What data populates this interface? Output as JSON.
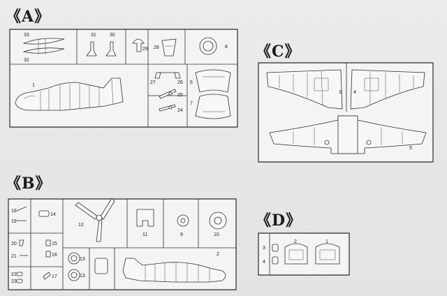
{
  "sections": {
    "A": "《A》",
    "B": "《B》",
    "C": "《C》",
    "D": "《D》"
  },
  "parts": {
    "p1": "1",
    "p2": "2",
    "p3": "3",
    "p4": "4",
    "p5": "5",
    "p6": "6",
    "p7": "7",
    "p8": "8",
    "p9": "9",
    "p10": "10",
    "p11": "11",
    "p12": "12",
    "p13": "13",
    "p14": "14",
    "p15": "15",
    "p16": "16",
    "p17": "17",
    "p18": "18",
    "p19": "19",
    "p20": "20",
    "p21": "21",
    "p22": "22",
    "p23": "23",
    "p24": "24",
    "p25": "25",
    "p26": "26",
    "p27": "27",
    "p28": "28",
    "p29": "29",
    "p30": "30",
    "p31": "31",
    "p32": "32",
    "p33": "33"
  }
}
